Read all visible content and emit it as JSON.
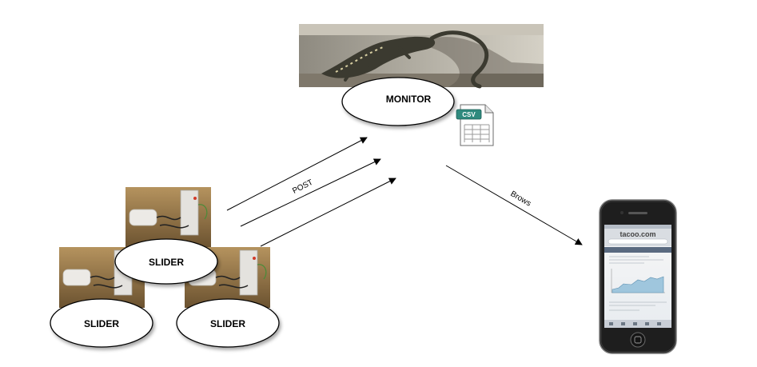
{
  "nodes": {
    "monitor": {
      "label": "MONITOR"
    },
    "slider_top": {
      "label": "SLIDER"
    },
    "slider_left": {
      "label": "SLIDER"
    },
    "slider_right": {
      "label": "SLIDER"
    }
  },
  "csv_icon": {
    "label": "csv"
  },
  "edges": {
    "post_label": "POST",
    "brows_label": "Brows"
  },
  "phone": {
    "site_title": "tacoo.com"
  },
  "colors": {
    "csv_header": "#2f8a7e",
    "chart_fill": "#9fc6dd",
    "phone_body": "#1e1e1e"
  }
}
